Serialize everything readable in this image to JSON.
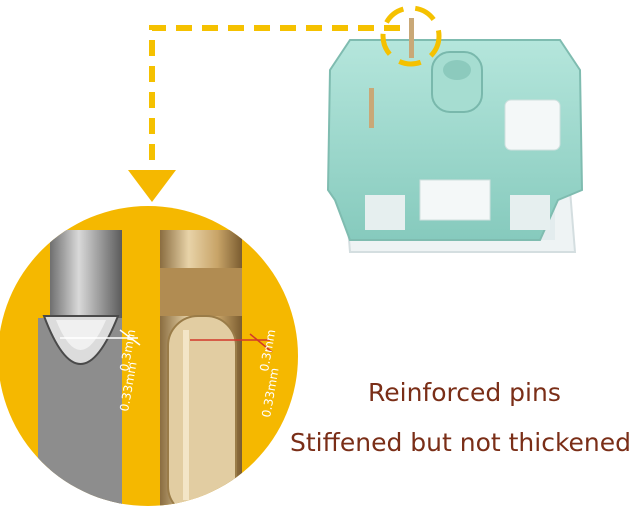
{
  "measurements": {
    "left_inner": "0.3mm",
    "left_outer": "0.33mm",
    "right_inner": "0.3mm",
    "right_outer": "0.33mm"
  },
  "captions": {
    "line1": "Reinforced pins",
    "line2": "Stiffened but not thickened"
  },
  "colors": {
    "accent_yellow": "#f5b800",
    "dashed_yellow": "#f5c100",
    "switch_mint": "#9ed8cc",
    "caption_brown": "#7a2e17",
    "gold_pin": "#c8a468"
  }
}
